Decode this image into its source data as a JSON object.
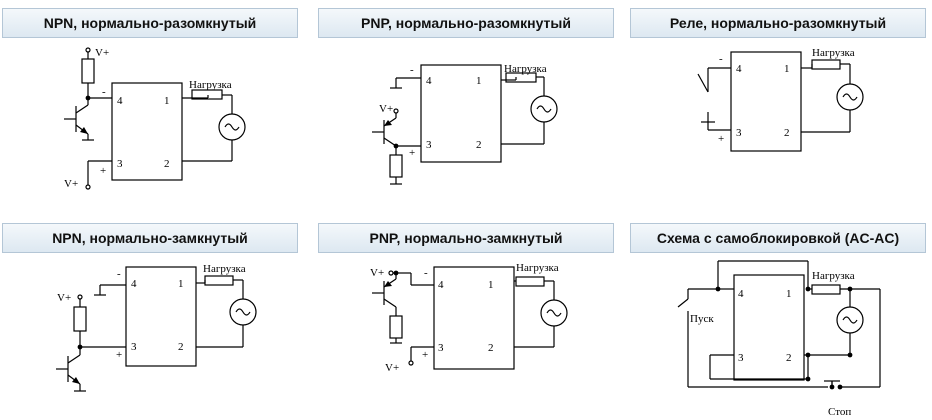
{
  "panels": [
    {
      "title": "NPN, нормально-разомкнутый"
    },
    {
      "title": "PNP, нормально-разомкнутый"
    },
    {
      "title": "Реле, нормально-разомкнутый"
    },
    {
      "title": "NPN, нормально-замкнутый"
    },
    {
      "title": "PNP, нормально-замкнутый"
    },
    {
      "title": "Схема с самоблокировкой (AC-AC)"
    }
  ],
  "labels": {
    "load": "Нагрузка",
    "vplus": "V+",
    "minus": "-",
    "plus": "+",
    "pin1": "1",
    "pin2": "2",
    "pin3": "3",
    "pin4": "4",
    "start": "Пуск",
    "stop": "Стоп"
  }
}
